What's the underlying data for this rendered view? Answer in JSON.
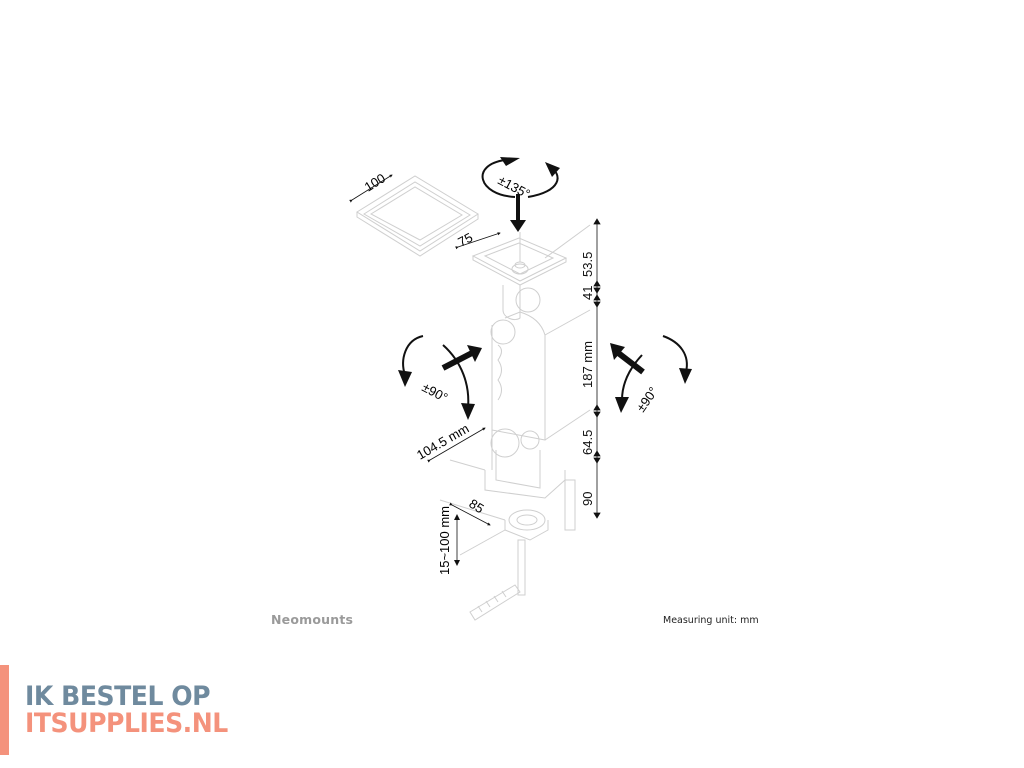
{
  "product_drawing": {
    "brand": "Neomounts",
    "measuring_unit_label": "Measuring unit: mm",
    "dimensions": {
      "vesa_large": "100",
      "vesa_small": "75",
      "rotation": "±135°",
      "tilt_left": "±90°",
      "tilt_right": "±90°",
      "height_top_plate": "53.5",
      "height_head": "41",
      "arm_length": "187 mm",
      "height_joint": "64.5",
      "height_base": "90",
      "arm_depth": "104.5 mm",
      "clamp_depth": "85",
      "clamp_range": "15~100 mm"
    }
  },
  "watermark": {
    "line1": "IK BESTEL OP",
    "line2": "ITSUPPLIES.NL",
    "colors": {
      "blue": "#6f8a9e",
      "salmon": "#f4927c"
    }
  },
  "colors": {
    "line": "#cfcfcf",
    "ink": "#111111"
  }
}
